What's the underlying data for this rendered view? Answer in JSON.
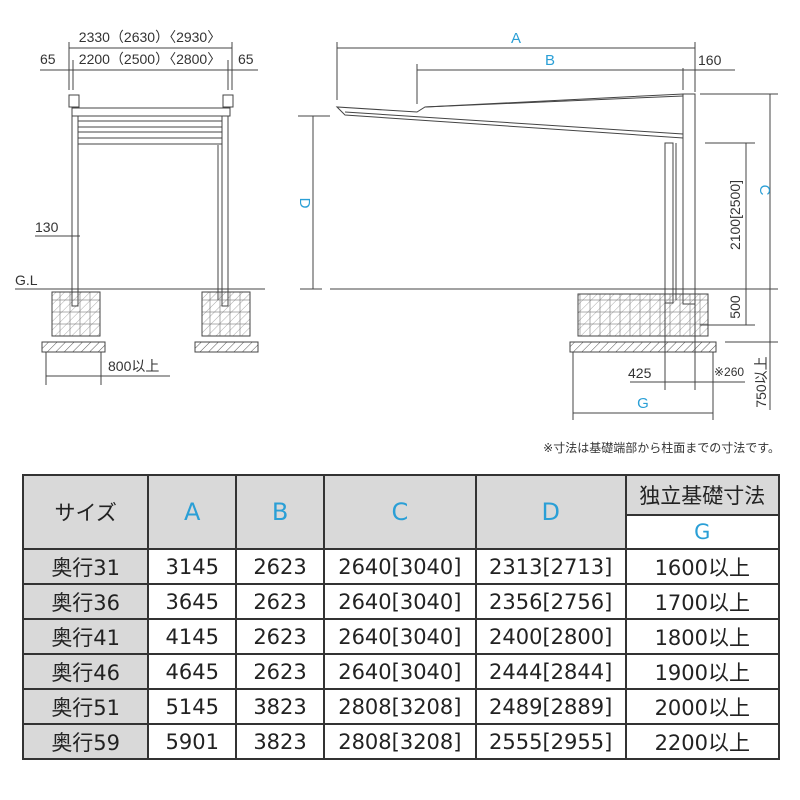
{
  "side_view": {
    "overall_width": "2330（2630）〈2930〉",
    "inner_width": "2200（2500）〈2800〉",
    "left_offset": "65",
    "right_offset": "65",
    "post_height_marker": "130",
    "ground_level": "G.L",
    "foundation_spacing": "800以上"
  },
  "front_view": {
    "label_a": "A",
    "label_b": "B",
    "label_c": "C",
    "label_d": "D",
    "label_g": "G",
    "top_offset": "160",
    "clear_height": "2100[2500]",
    "embed_depth": "500",
    "foundation_depth": "750以上",
    "post_offset": "425",
    "edge_offset": "※260"
  },
  "note": "※寸法は基礎端部から柱面までの寸法です。",
  "colors": {
    "accent": "#2a9fd6",
    "header_bg": "#d9d9d9"
  },
  "table": {
    "headers": {
      "size": "サイズ",
      "a": "A",
      "b": "B",
      "c": "C",
      "d": "D",
      "foundation": "独立基礎寸法",
      "g": "G"
    },
    "rows": [
      {
        "size": "奥行31",
        "a": "3145",
        "b": "2623",
        "c": "2640[3040]",
        "d": "2313[2713]",
        "g": "1600以上"
      },
      {
        "size": "奥行36",
        "a": "3645",
        "b": "2623",
        "c": "2640[3040]",
        "d": "2356[2756]",
        "g": "1700以上"
      },
      {
        "size": "奥行41",
        "a": "4145",
        "b": "2623",
        "c": "2640[3040]",
        "d": "2400[2800]",
        "g": "1800以上"
      },
      {
        "size": "奥行46",
        "a": "4645",
        "b": "2623",
        "c": "2640[3040]",
        "d": "2444[2844]",
        "g": "1900以上"
      },
      {
        "size": "奥行51",
        "a": "5145",
        "b": "3823",
        "c": "2808[3208]",
        "d": "2489[2889]",
        "g": "2000以上"
      },
      {
        "size": "奥行59",
        "a": "5901",
        "b": "3823",
        "c": "2808[3208]",
        "d": "2555[2955]",
        "g": "2200以上"
      }
    ]
  }
}
